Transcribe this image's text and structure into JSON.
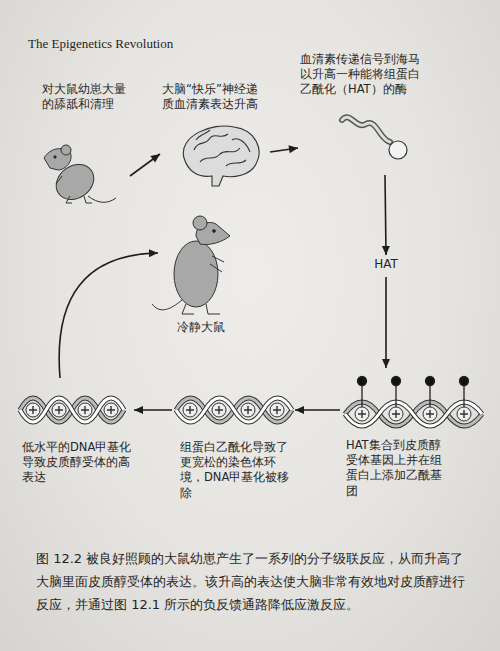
{
  "diagram": {
    "caption": "图 12.2 被良好照顾的大鼠幼崽产生了一系列的分子级联反应，从而升高了大脑里面皮质醇受体的表达。该升高的表达使大脑非常有效地对皮质醇进行反应，并通过图 12.1 所示的负反馈通路降低应激反应。",
    "nodes": [
      {
        "text": [
          "对大鼠幼崽大量的舔舐和清理"
        ]
      },
      {
        "text": [
          "大脑“快乐”神经递质血清素表达升高"
        ]
      },
      {
        "text": [
          "血清素传递信号到海马以升高一种能将组蛋白乙酰化（HAT）的酶"
        ]
      },
      {
        "text": [
          "HAT"
        ]
      },
      {
        "text": [
          "HAT集合到皮质醇受体基因上并在组蛋白上添加乙酰基团"
        ]
      },
      {
        "text": [
          "组蛋白乙酰化导致了更宽松的染色体环境，DNA甲基化被移除"
        ]
      },
      {
        "text": [
          "低水平的DNA甲基化导致皮质醇受体的高表达"
        ]
      },
      {
        "text": [
          "冷静大鼠"
        ]
      }
    ],
    "edges": [
      {
        "from": 0,
        "to": 1,
        "arrow": "to"
      },
      {
        "from": 1,
        "to": 2,
        "arrow": "to"
      },
      {
        "from": 2,
        "to": 3,
        "arrow": "to"
      },
      {
        "from": 3,
        "to": 4,
        "arrow": "to"
      },
      {
        "from": 4,
        "to": 5,
        "arrow": "to"
      },
      {
        "from": 5,
        "to": 6,
        "arrow": "to"
      },
      {
        "from": 6,
        "to": 7,
        "arrow": "to"
      }
    ],
    "labels": [
      "The Epigenetics Revolution"
    ]
  }
}
